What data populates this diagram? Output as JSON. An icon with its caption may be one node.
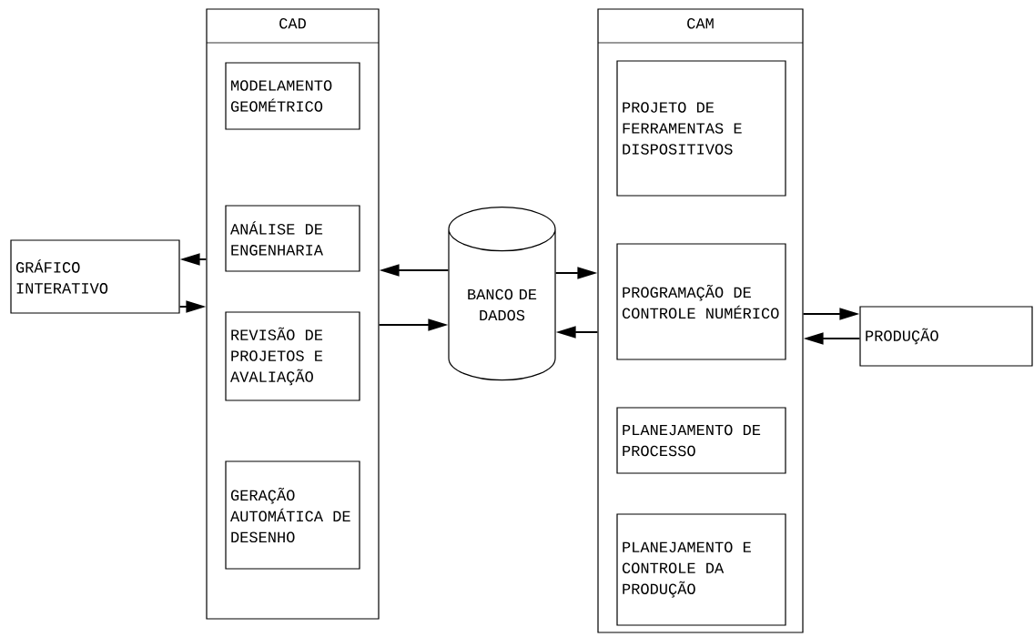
{
  "diagram": {
    "nodes": [
      {
        "text": [
          "GRÁFICO INTERATIVO"
        ]
      },
      {
        "text": [
          "CAD"
        ]
      },
      {
        "text": [
          "MODELAMENTO GEOMÉTRICO"
        ],
        "in": 1
      },
      {
        "text": [
          "ANÁLISE DE ENGENHARIA"
        ],
        "in": 1
      },
      {
        "text": [
          "REVISÃO DE PROJETOS E AVALIAÇÃO"
        ],
        "in": 1
      },
      {
        "text": [
          "GERAÇÃO AUTOMÁTICA DE DESENHO"
        ],
        "in": 1
      },
      {
        "text": [
          "BANCO DE DADOS"
        ]
      },
      {
        "text": [
          "CAM"
        ]
      },
      {
        "text": [
          "PROJETO DE FERRAMENTAS E DISPOSITIVOS"
        ],
        "in": 7
      },
      {
        "text": [
          "PROGRAMAÇÃO DE CONTROLE NUMÉRICO"
        ],
        "in": 7
      },
      {
        "text": [
          "PLANEJAMENTO DE PROCESSO"
        ],
        "in": 7
      },
      {
        "text": [
          "PLANEJAMENTO E CONTROLE DA PRODUÇÃO"
        ],
        "in": 7
      },
      {
        "text": [
          "PRODUÇÃO"
        ]
      }
    ],
    "edges": [
      {
        "from": 1,
        "to": 0,
        "arrow": "to"
      },
      {
        "from": 0,
        "to": 1,
        "arrow": "to"
      },
      {
        "from": 6,
        "to": 1,
        "arrow": "to"
      },
      {
        "from": 1,
        "to": 6,
        "arrow": "to"
      },
      {
        "from": 6,
        "to": 7,
        "arrow": "to"
      },
      {
        "from": 7,
        "to": 6,
        "arrow": "to"
      },
      {
        "from": 7,
        "to": 12,
        "arrow": "to"
      },
      {
        "from": 12,
        "to": 7,
        "arrow": "to"
      }
    ]
  }
}
